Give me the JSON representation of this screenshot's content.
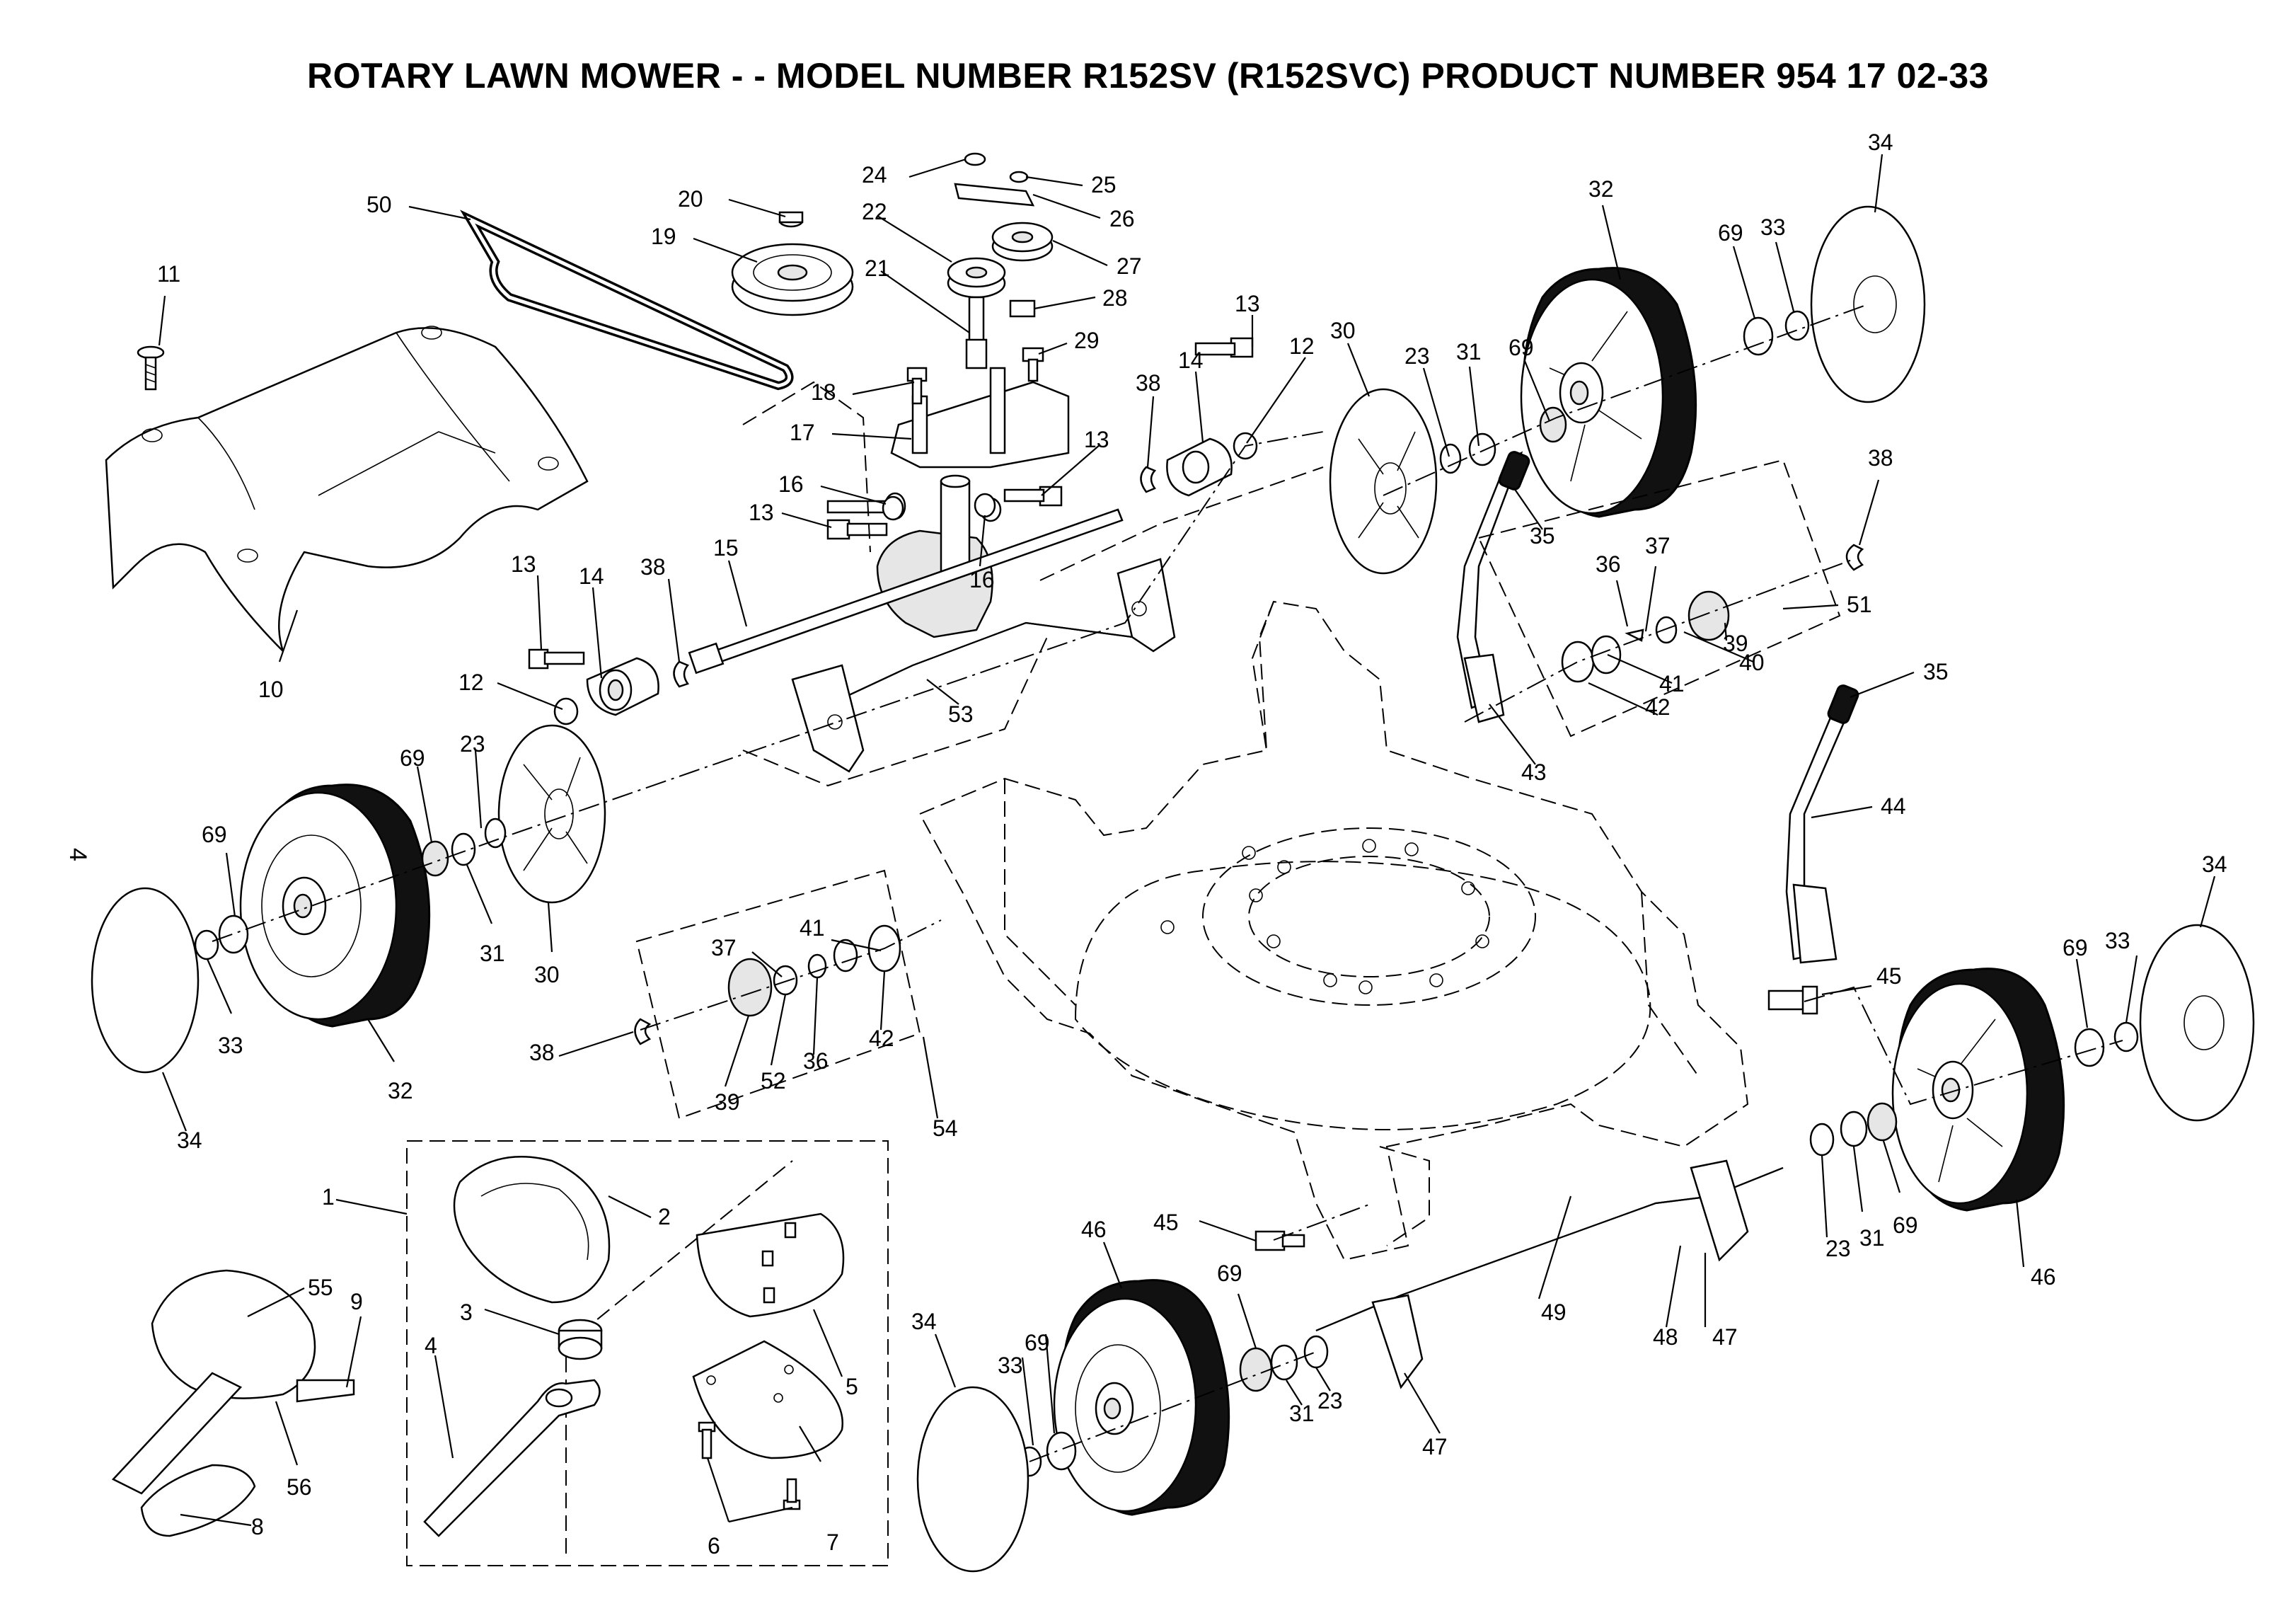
{
  "title": "ROTARY LAWN MOWER - - MODEL NUMBER R152SV (R152SVC) PRODUCT NUMBER 954 17 02-33",
  "page_number": "4",
  "callouts": {
    "c50": "50",
    "c20": "20",
    "c19": "19",
    "c24": "24",
    "c22": "22",
    "c25": "25",
    "c26": "26",
    "c27": "27",
    "c21": "21",
    "c28": "28",
    "c29": "29",
    "c11": "11",
    "c18": "18",
    "c17": "17",
    "c16a": "16",
    "c13a": "13",
    "c13b": "13",
    "c14a": "14",
    "c38a": "38",
    "c15": "15",
    "c12a": "12",
    "c10": "10",
    "c16b": "16",
    "c53": "53",
    "c13c": "13",
    "c13d": "13",
    "c14b": "14",
    "c12b": "12",
    "c38b": "38",
    "c30a": "30",
    "c23a": "23",
    "c31a": "31",
    "c69a": "69",
    "c32a": "32",
    "c34a": "34",
    "c69b": "69",
    "c33a": "33",
    "c38c": "38",
    "c36a": "36",
    "c37a": "37",
    "c51": "51",
    "c35a": "35",
    "c39a": "39",
    "c40": "40",
    "c41a": "41",
    "c42a": "42",
    "c43": "43",
    "c35b": "35",
    "c44": "44",
    "c69c": "69",
    "c23b": "23",
    "c69d": "69",
    "c31b": "31",
    "c30b": "30",
    "c32b": "32",
    "c33b": "33",
    "c34b": "34",
    "c41b": "41",
    "c37b": "37",
    "c38d": "38",
    "c39b": "39",
    "c52": "52",
    "c36b": "36",
    "c42b": "42",
    "c54": "54",
    "c34c": "34",
    "c69e": "69",
    "c33c": "33",
    "c45a": "45",
    "c1": "1",
    "c2": "2",
    "c3": "3",
    "c4": "4",
    "c5": "5",
    "c6": "6",
    "c7": "7",
    "c55": "55",
    "c9": "9",
    "c56": "56",
    "c8": "8",
    "c46a": "46",
    "c45b": "45",
    "c69f": "69",
    "c34d": "34",
    "c33d": "33",
    "c69g": "69",
    "c31c": "31",
    "c23c": "23",
    "c47a": "47",
    "c49": "49",
    "c48": "48",
    "c47b": "47",
    "c23d": "23",
    "c31d": "31",
    "c69h": "69",
    "c46b": "46"
  }
}
